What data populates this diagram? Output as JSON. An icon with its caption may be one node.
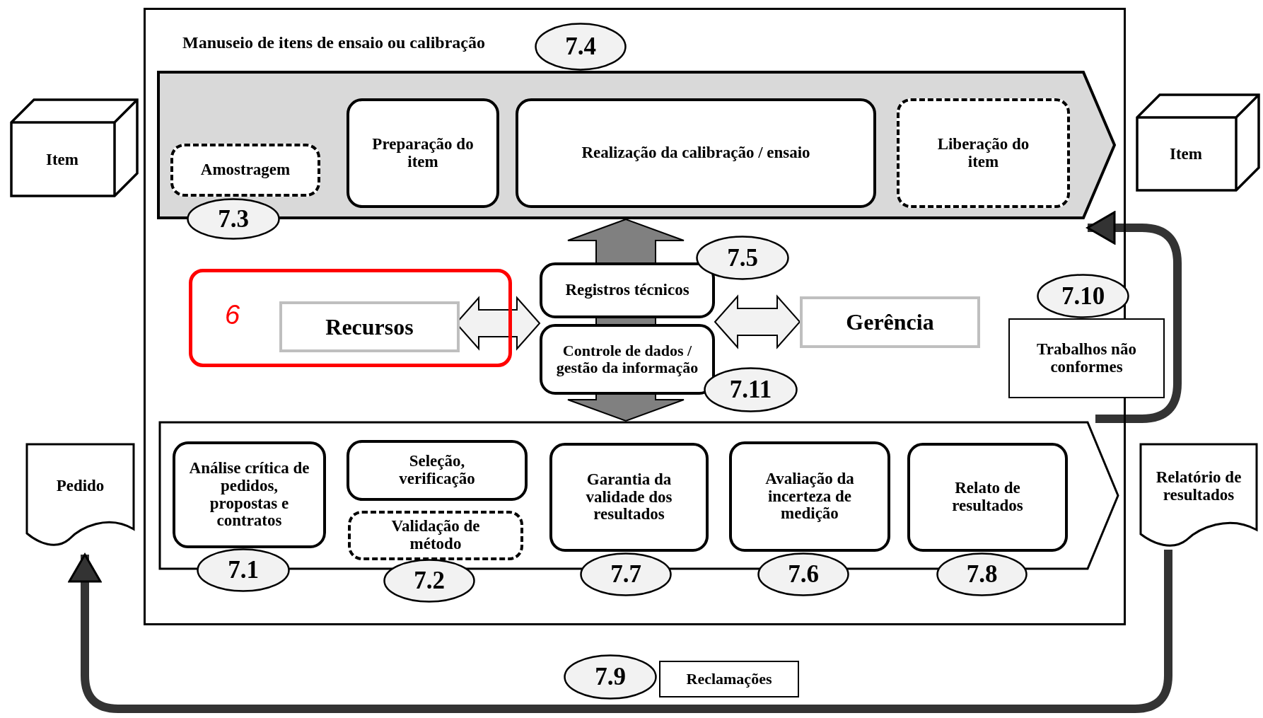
{
  "diagram": {
    "nodes": [
      {
        "text": [
          "Item"
        ]
      },
      {
        "text": [],
        "shape": "box"
      },
      {
        "text": [
          "Manuseio de itens de ensaio ou calibração"
        ],
        "in": 1
      },
      {
        "text": [
          "7.4"
        ],
        "in": 1
      },
      {
        "text": [
          "Amostragem"
        ],
        "in": 2
      },
      {
        "text": [
          "7.3"
        ],
        "in": 1
      },
      {
        "text": [
          "Preparação do item"
        ],
        "in": 2
      },
      {
        "text": [
          "Realização da calibração / ensaio"
        ],
        "in": 2
      },
      {
        "text": [
          "Liberação do item"
        ],
        "in": 2
      },
      {
        "text": [
          "Item"
        ]
      },
      {
        "text": [
          "6"
        ],
        "in": 1
      },
      {
        "text": [
          "Recursos"
        ],
        "in": 10
      },
      {
        "text": [
          "Registros técnicos"
        ],
        "in": 1
      },
      {
        "text": [
          "7.5"
        ],
        "in": 1
      },
      {
        "text": [
          "Controle de dados / gestão da informação"
        ],
        "in": 1
      },
      {
        "text": [
          "7.11"
        ],
        "in": 1
      },
      {
        "text": [
          "Gerência"
        ],
        "in": 1
      },
      {
        "text": [
          "7.10"
        ],
        "in": 1
      },
      {
        "text": [
          "Trabalhos não conformes"
        ]
      },
      {
        "text": [],
        "shape": "box",
        "in": 1
      },
      {
        "text": [
          "Pedido"
        ]
      },
      {
        "text": [
          "Análise crítica de pedidos, propostas e contratos"
        ],
        "in": 19
      },
      {
        "text": [
          "7.1"
        ],
        "in": 1
      },
      {
        "text": [
          "Seleção, verificação"
        ],
        "in": 19
      },
      {
        "text": [
          "Validação de método"
        ],
        "in": 19
      },
      {
        "text": [
          "7.2"
        ],
        "in": 1
      },
      {
        "text": [
          "Garantia da validade dos resultados"
        ],
        "in": 19
      },
      {
        "text": [
          "7.7"
        ],
        "in": 1
      },
      {
        "text": [
          "Avaliação da incerteza de medição"
        ],
        "in": 19
      },
      {
        "text": [
          "7.6"
        ],
        "in": 1
      },
      {
        "text": [
          "Relato de resultados"
        ],
        "in": 19
      },
      {
        "text": [
          "7.8"
        ],
        "in": 1
      },
      {
        "text": [
          "Relatório de resultados"
        ]
      },
      {
        "text": [
          "7.9"
        ]
      },
      {
        "text": [
          "Reclamações"
        ]
      }
    ],
    "edges": [
      {
        "from": 11,
        "to": 12,
        "arrow": "both",
        "color": "#f2f2f2"
      },
      {
        "from": 12,
        "to": 16,
        "arrow": "both",
        "color": "#f2f2f2"
      },
      {
        "from": 2,
        "to": 19,
        "arrow": "both",
        "color": "#808080"
      },
      {
        "from": 19,
        "to": 2,
        "arrow": "to",
        "color": "#333333"
      },
      {
        "from": 32,
        "to": 20,
        "arrow": "to",
        "color": "#333333"
      }
    ]
  }
}
